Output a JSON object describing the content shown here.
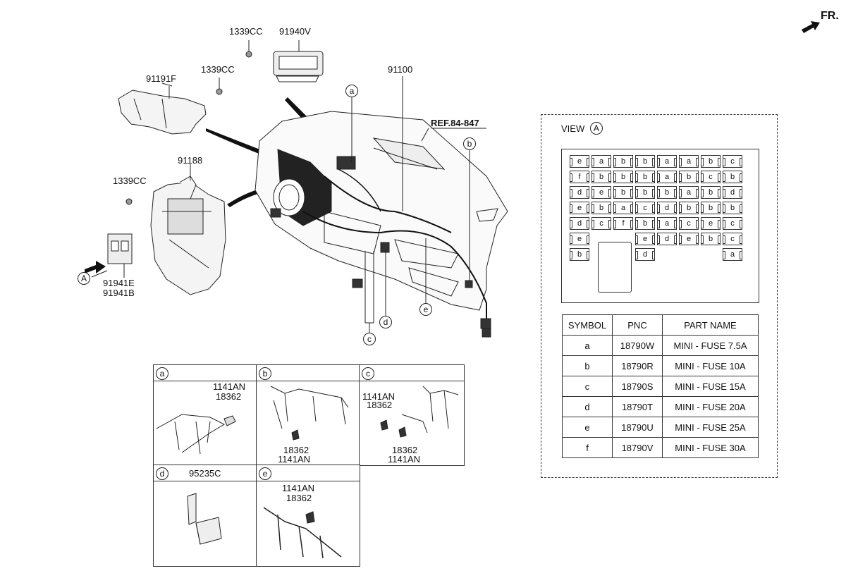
{
  "corner": {
    "label": "FR."
  },
  "parts": {
    "bolt_top": "1339CC",
    "cluster": "91940V",
    "bolt_mid": "1339CC",
    "bracket": "91191F",
    "main_harness": "91100",
    "junction_box": "91188",
    "bolt_left": "1339CC",
    "relay_1": "91941E",
    "relay_2": "91941B",
    "ref": "REF.84-847",
    "view_marker": "A"
  },
  "callouts": {
    "a": "a",
    "b": "b",
    "c": "c",
    "d": "d",
    "e": "e"
  },
  "view": {
    "title": "VIEW",
    "marker": "A",
    "rows": [
      [
        "e",
        "a",
        "b",
        "b",
        "a",
        "a",
        "b",
        "c"
      ],
      [
        "f",
        "b",
        "b",
        "b",
        "a",
        "b",
        "c",
        "b"
      ],
      [
        "d",
        "e",
        "b",
        "b",
        "b",
        "a",
        "b",
        "d"
      ],
      [
        "e",
        "b",
        "a",
        "c",
        "d",
        "b",
        "b",
        "b"
      ],
      [
        "d",
        "c",
        "f",
        "b",
        "a",
        "c",
        "e",
        "c"
      ]
    ],
    "row6": {
      "left": "e",
      "right": [
        "e",
        "d",
        "e",
        "b",
        "c"
      ]
    },
    "row7": {
      "left": "b",
      "mid": "d",
      "right": "a"
    }
  },
  "fuse_table": {
    "headers": [
      "SYMBOL",
      "PNC",
      "PART NAME"
    ],
    "rows": [
      [
        "a",
        "18790W",
        "MINI - FUSE 7.5A"
      ],
      [
        "b",
        "18790R",
        "MINI - FUSE 10A"
      ],
      [
        "c",
        "18790S",
        "MINI - FUSE 15A"
      ],
      [
        "d",
        "18790T",
        "MINI - FUSE 20A"
      ],
      [
        "e",
        "18790U",
        "MINI - FUSE 25A"
      ],
      [
        "f",
        "18790V",
        "MINI - FUSE 30A"
      ]
    ]
  },
  "details": {
    "a": {
      "label": "a",
      "part1": "1141AN",
      "part2": "18362"
    },
    "b": {
      "label": "b",
      "part1": "18362",
      "part2": "1141AN"
    },
    "c": {
      "label": "c",
      "part1": "1141AN",
      "part2": "18362",
      "part3": "18362",
      "part4": "1141AN"
    },
    "d": {
      "label": "d",
      "part1": "95235C"
    },
    "e": {
      "label": "e",
      "part1": "1141AN",
      "part2": "18362"
    }
  }
}
